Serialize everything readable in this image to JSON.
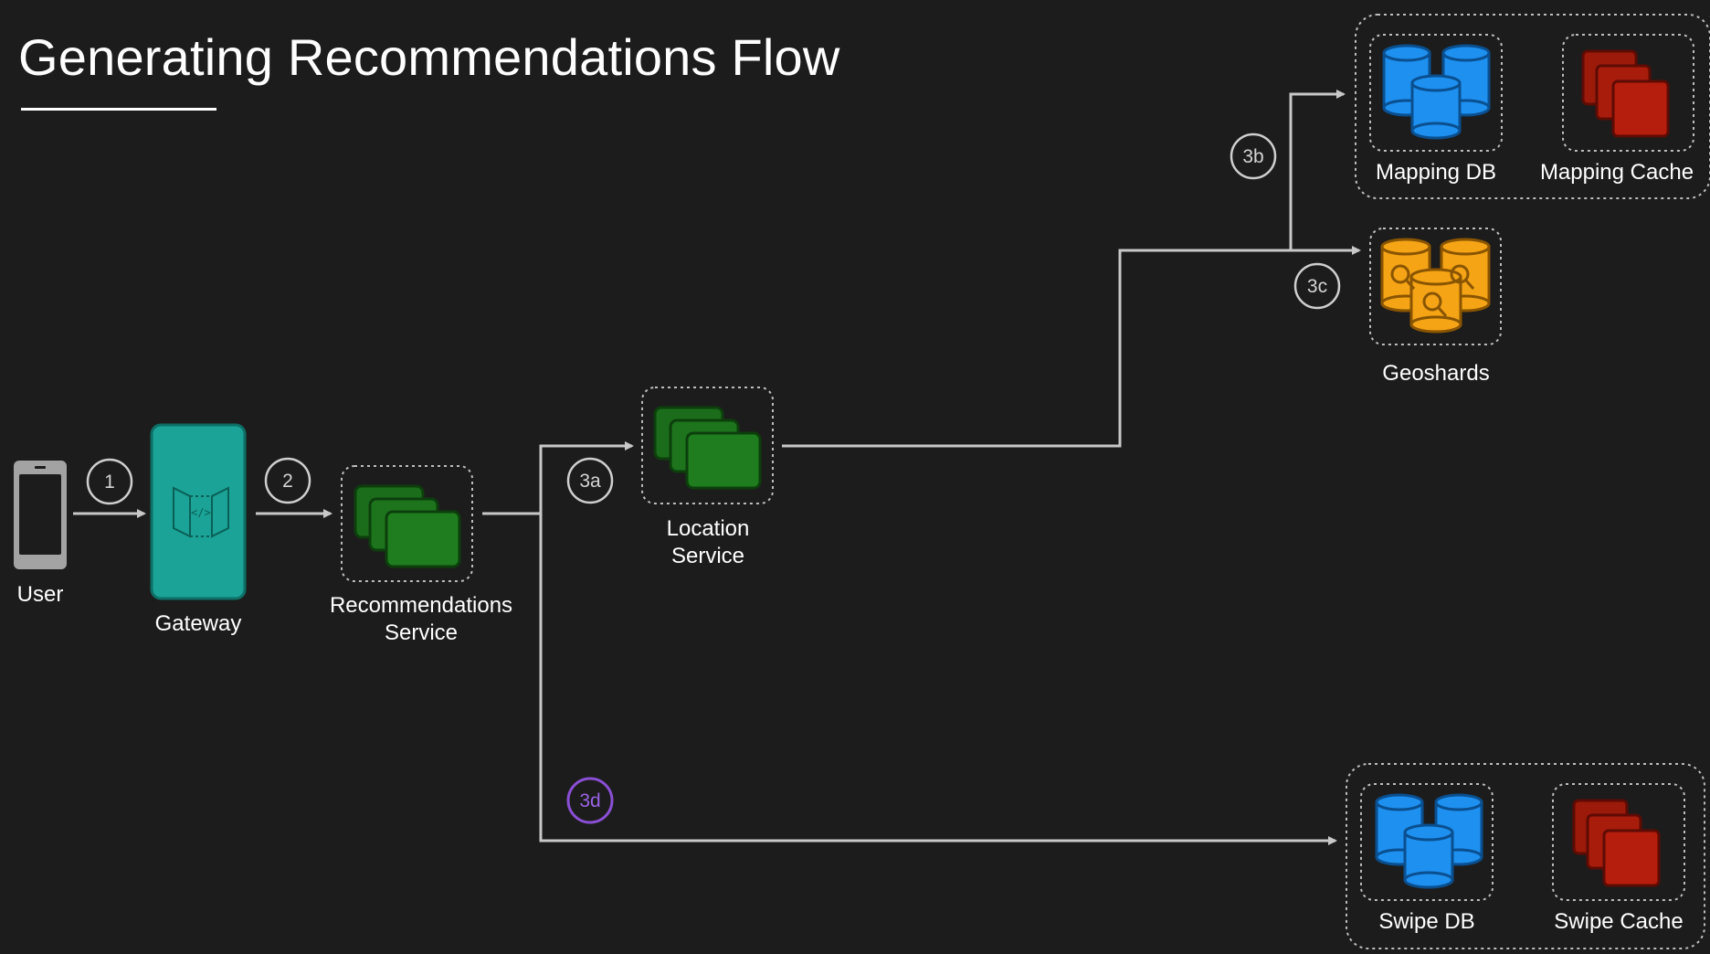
{
  "title": "Generating Recommendations Flow",
  "nodes": {
    "user": "User",
    "gateway": "Gateway",
    "recommendations_service": [
      "Recommendations",
      "Service"
    ],
    "location_service": [
      "Location",
      "Service"
    ],
    "mapping_db": "Mapping DB",
    "mapping_cache": "Mapping Cache",
    "geoshards": "Geoshards",
    "swipe_db": "Swipe DB",
    "swipe_cache": "Swipe Cache"
  },
  "steps": [
    "1",
    "2",
    "3a",
    "3b",
    "3c",
    "3d"
  ],
  "colors": {
    "background": "#1c1c1c",
    "gateway": "#1aa396",
    "service": "#1f7d1f",
    "database": "#1e90f0",
    "cache": "#b51d0c",
    "geoshard": "#f5a416",
    "badge_3d": "#8a4fd4",
    "arrow": "#c8c8c8"
  },
  "icons": {
    "user": "mobile-phone-icon",
    "gateway": "api-gateway-icon",
    "service": "server-stack-icon",
    "database": "database-cluster-icon",
    "cache": "cache-stack-icon",
    "geoshards": "geoshard-search-icon"
  }
}
